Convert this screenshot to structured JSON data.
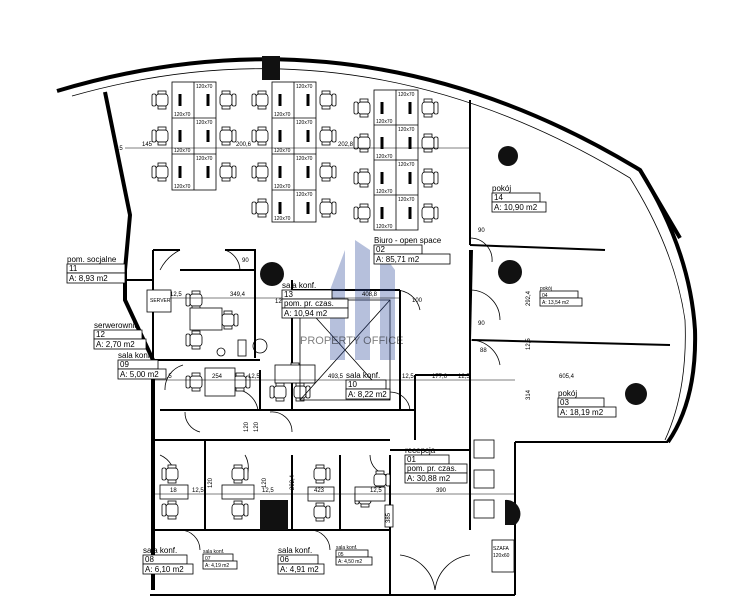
{
  "rooms": [
    {
      "id": "02",
      "name": "Biuro - open space",
      "num": "02",
      "area": "A: 85,71 m2"
    },
    {
      "id": "14",
      "name": "pokój",
      "num": "14",
      "area": "A: 10,90 m2"
    },
    {
      "id": "04",
      "name": "pokój",
      "num": "04",
      "area": "A: 13,54 m2"
    },
    {
      "id": "03",
      "name": "pokój",
      "num": "03",
      "area": "A: 18,19 m2"
    },
    {
      "id": "11",
      "name": "pom. socjalne",
      "num": "11",
      "area": "A: 8,93 m2"
    },
    {
      "id": "12",
      "name": "serwerownia",
      "num": "12",
      "area": "A: 2,70 m2"
    },
    {
      "id": "09",
      "name": "sala konf.",
      "num": "09",
      "area": "A: 5,00 m2"
    },
    {
      "id": "13",
      "name": "sala konf.",
      "num": "13",
      "area": "pom. pr. czas.",
      "area2": "A: 10,94 m2"
    },
    {
      "id": "10",
      "name": "sala konf.",
      "num": "10",
      "area": "A: 8,22 m2"
    },
    {
      "id": "01",
      "name": "recepcja",
      "num": "01",
      "area": "pom. pr. czas.",
      "area2": "A: 30,88 m2"
    },
    {
      "id": "08",
      "name": "sala konf.",
      "num": "08",
      "area": "A: 6,10 m2"
    },
    {
      "id": "07",
      "name": "sala konf.",
      "num": "07",
      "area": "A: 4,19 m2"
    },
    {
      "id": "06",
      "name": "sala konf.",
      "num": "06",
      "area": "A: 4,91 m2"
    },
    {
      "id": "05",
      "name": "sala konf.",
      "num": "05",
      "area": "A: 4,50 m2"
    }
  ],
  "dimensions": {
    "d145": "145",
    "d200_6": "200,6",
    "d202_8": "202,8",
    "d349_4": "349,4",
    "d408_8": "408,8",
    "d254": "254",
    "d493_5": "493,5",
    "d177_6": "177,6",
    "d605_4": "605,4",
    "d390": "390",
    "d12_5": "12,5",
    "d18": "18",
    "d423": "423",
    "d292_4": "292,4",
    "d314": "314",
    "d120": "120",
    "d15": "15",
    "d90": "90",
    "d88": "88",
    "d100": "100",
    "d385": "385"
  },
  "labels": {
    "server": "SERVER",
    "desk_size": "120x70",
    "wardrobe": "SZAFA",
    "wardrobe_size": "120x60",
    "watermark": "PROPERTY OFFICE"
  }
}
